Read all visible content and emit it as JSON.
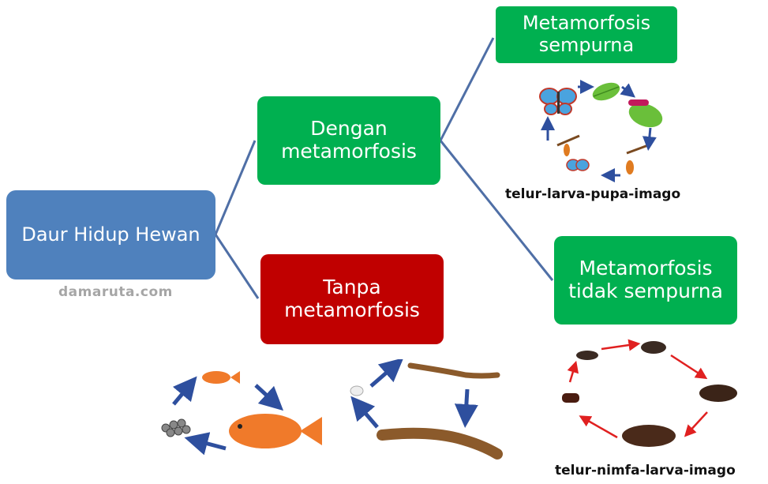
{
  "root": {
    "label": "Daur Hidup Hewan"
  },
  "watermark": "damaruta.com",
  "branches": {
    "with": {
      "label": "Dengan metamorfosis",
      "color": "#00b050"
    },
    "without": {
      "label": "Tanpa metamorfosis",
      "color": "#c00000"
    }
  },
  "types": {
    "complete": {
      "label": "Metamorfosis sempurna",
      "caption": "telur-larva-pupa-imago"
    },
    "incomplete": {
      "label": "Metamorfosis tidak sempurna",
      "caption": "telur-nimfa-larva-imago"
    }
  },
  "colors": {
    "root": "#4f81bd",
    "connector": "#4f6fa6",
    "cycle_arrow_blue": "#2e4f9e",
    "cycle_arrow_red": "#e02020"
  },
  "illustrations": [
    "butterfly-life-cycle",
    "cockroach-life-cycle",
    "fish-life-cycle",
    "lizard-life-cycle"
  ]
}
